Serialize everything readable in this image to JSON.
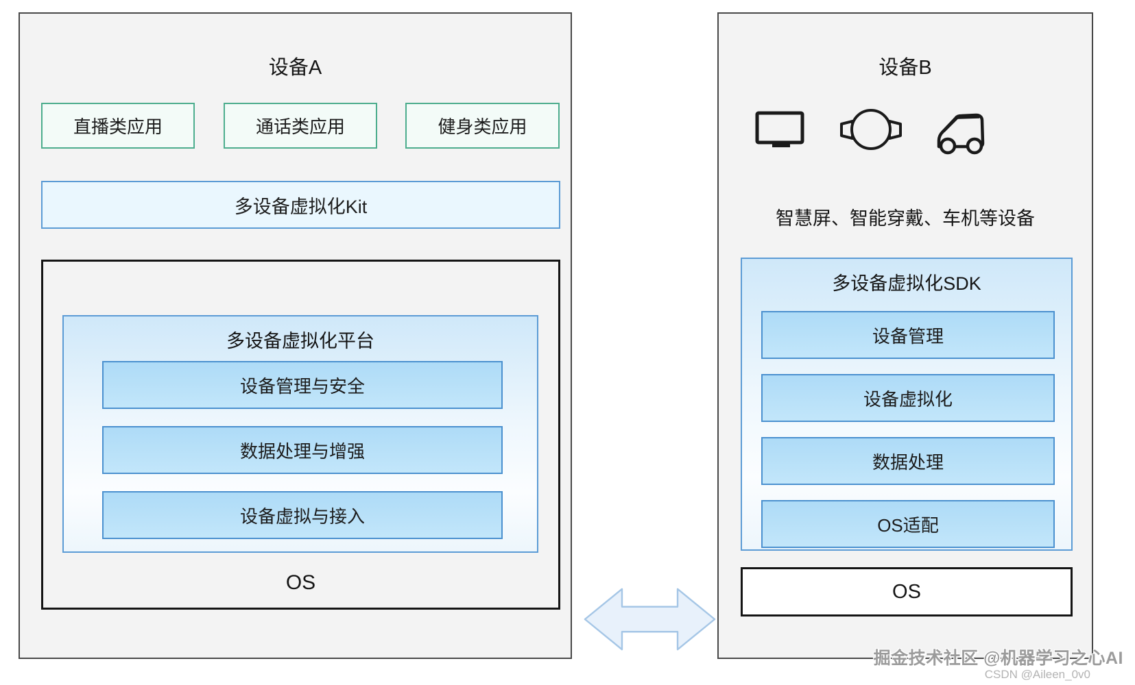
{
  "device_a": {
    "title": "设备A",
    "apps": [
      "直播类应用",
      "通话类应用",
      "健身类应用"
    ],
    "kit_label": "多设备虚拟化Kit",
    "platform": {
      "title": "多设备虚拟化平台",
      "modules": [
        "设备管理与安全",
        "数据处理与增强",
        "设备虚拟与接入"
      ]
    },
    "os_label": "OS"
  },
  "device_b": {
    "title": "设备B",
    "icons": [
      "smart-screen-icon",
      "wearable-watch-icon",
      "car-icon"
    ],
    "caption": "智慧屏、智能穿戴、车机等设备",
    "sdk": {
      "title": "多设备虚拟化SDK",
      "modules": [
        "设备管理",
        "设备虚拟化",
        "数据处理",
        "OS适配"
      ]
    },
    "os_label": "OS"
  },
  "connector": {
    "type": "double-headed-arrow",
    "meaning": "bidirectional connection between device A and device B"
  },
  "watermarks": {
    "primary": "掘金技术社区 @机器学习之心AI",
    "secondary": "CSDN @Aileen_0v0"
  },
  "colors": {
    "panel_fill": "#f3f3f3",
    "panel_border": "#474747",
    "app_fill": "#f3fbf8",
    "app_border": "#4cad8d",
    "kit_fill": "#eaf7fe",
    "blue_border": "#5b9bd5",
    "container_gradient_top": "#cfe8f9",
    "module_fill": "#b4ddf7",
    "module_border": "#4a90cf",
    "black_border": "#141414",
    "arrow_fill": "#e8f1fb",
    "arrow_border": "#a5c6e6",
    "watermark_gray": "#9b9b9b"
  }
}
